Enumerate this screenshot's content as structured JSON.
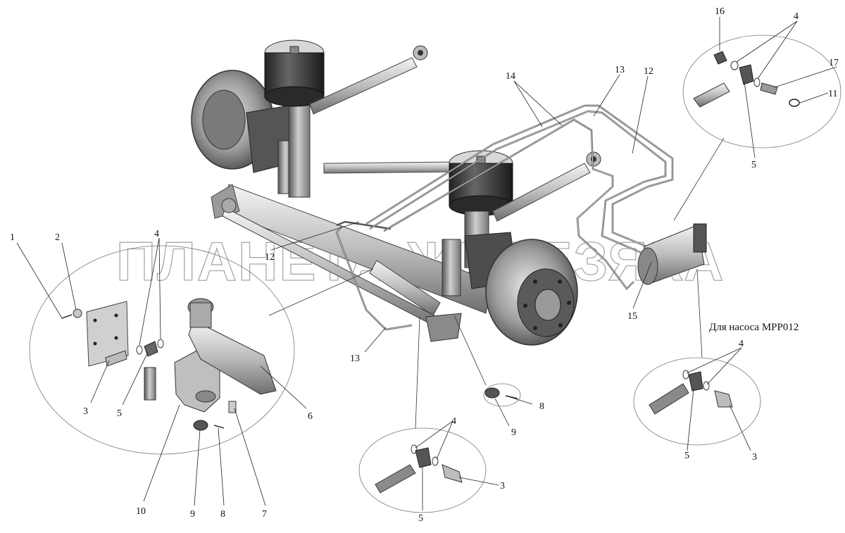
{
  "watermark": "ПЛАНЕТА ЖЕЛЕЗЯКА",
  "note": "Для насоса МРР012",
  "callouts": {
    "c1": "1",
    "c2": "2",
    "c3a": "3",
    "c4a": "4",
    "c5a": "5",
    "c6": "6",
    "c7": "7",
    "c8a": "8",
    "c9a": "9",
    "c10": "10",
    "c12a": "12",
    "c13a": "13",
    "c14": "14",
    "c13b": "13",
    "c12b": "12",
    "c15": "15",
    "c16": "16",
    "c4b": "4",
    "c17": "17",
    "c11": "11",
    "c5b": "5",
    "c8b": "8",
    "c9b": "9",
    "c4c": "4",
    "c3b": "3",
    "c5c": "5",
    "c4d": "4",
    "c3c": "3",
    "c5d": "5"
  }
}
